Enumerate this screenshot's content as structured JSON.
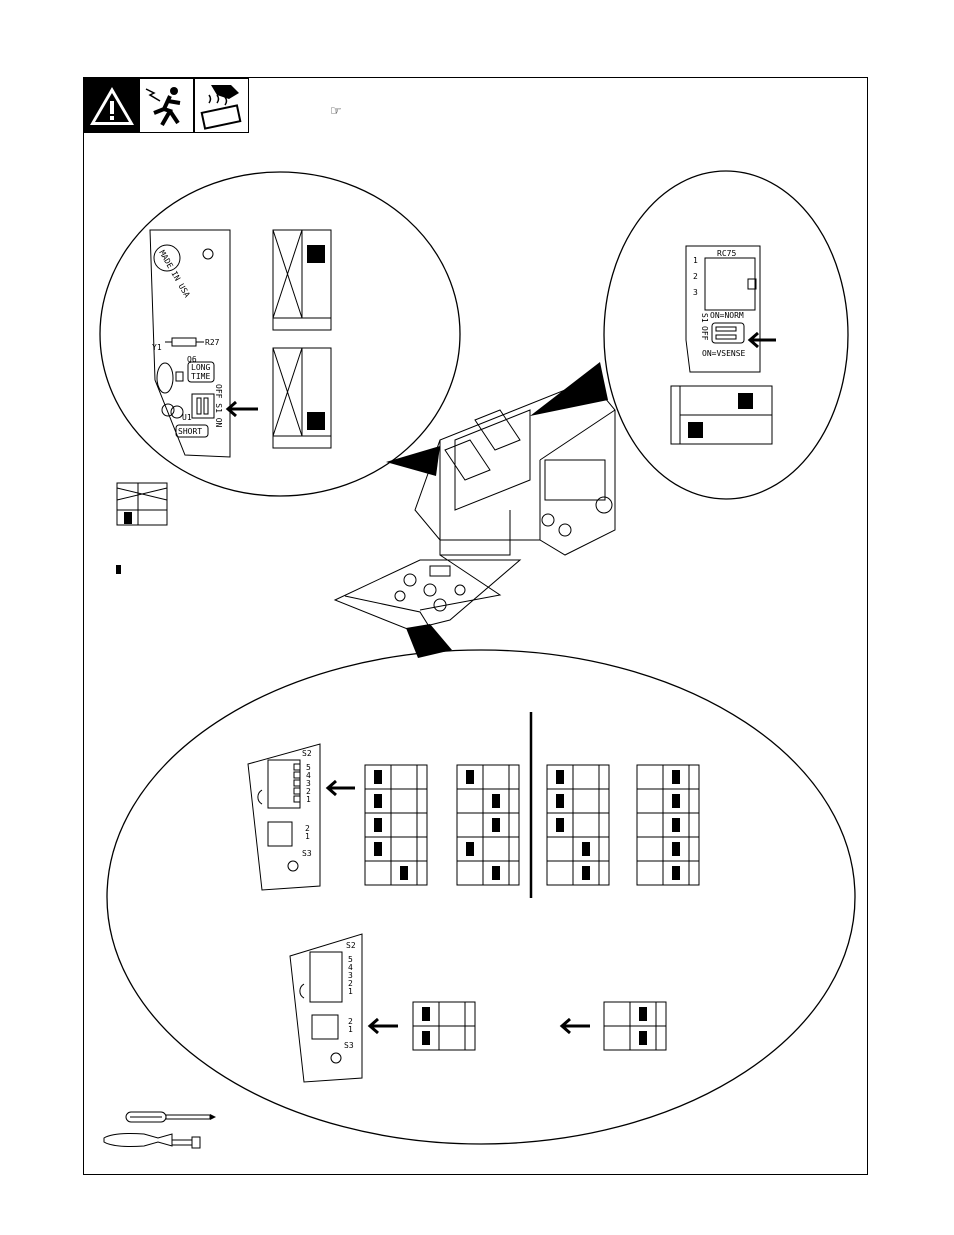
{
  "header": {
    "reference_icon": "☞",
    "icons": [
      "warning-triangle-icon",
      "electric-shock-icon",
      "hot-parts-icon"
    ]
  },
  "left_zoom": {
    "board": {
      "made_in": "MADE IN USA",
      "resistor": "R27",
      "y1": "Y1",
      "q6": "Q6",
      "long_time": "LONG",
      "long_time2": "TIME",
      "short": "SHORT",
      "switch": "OFF S1 ON",
      "u1": "U1"
    }
  },
  "right_zoom": {
    "board": {
      "title": "RC75",
      "pin1": "1",
      "pin2": "2",
      "pin3": "3",
      "on_norm": "ON=NORM",
      "on_vsense": "ON=VSENSE",
      "s1": "S1",
      "off": "OFF"
    }
  },
  "bottom_zoom": {
    "board_labels": {
      "s2": "S2",
      "s3": "S3",
      "s2_positions": [
        "5",
        "4",
        "3",
        "2",
        "1"
      ],
      "s3_positions": [
        "2",
        "1"
      ]
    },
    "dip_tables_top": [
      {
        "rows": [
          "left",
          "left",
          "left",
          "left",
          "right"
        ]
      },
      {
        "rows": [
          "left",
          "right",
          "right",
          "left",
          "right"
        ]
      },
      {
        "rows": [
          "left",
          "left",
          "left",
          "right",
          "right"
        ]
      },
      {
        "rows": [
          "right",
          "right",
          "right",
          "right",
          "right"
        ]
      }
    ],
    "dip_tables_bottom": [
      {
        "rows": [
          "left",
          "left"
        ]
      },
      {
        "rows": [
          "right",
          "right"
        ]
      }
    ]
  },
  "tools": [
    "screwdriver-phillips-icon",
    "screwdriver-flat-icon"
  ]
}
